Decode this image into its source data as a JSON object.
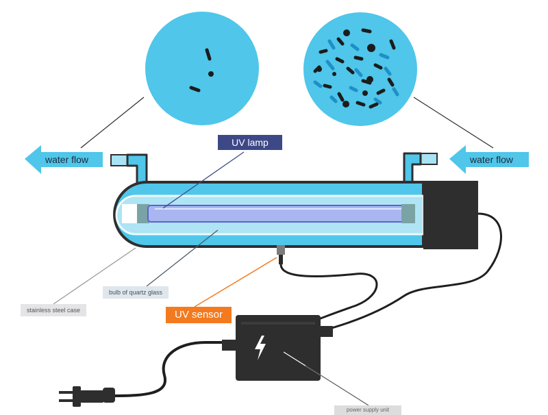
{
  "labels": {
    "water_flow_left": "water flow",
    "water_flow_right": "water flow",
    "uv_lamp": "UV lamp",
    "uv_sensor": "UV sensor",
    "quartz_bulb": "bulb of quartz glass",
    "steel_case": "stainless steel case",
    "power_supply": "power supply unit"
  },
  "colors": {
    "water": "#4fc6ea",
    "case_outline": "#2f2f2f",
    "lamp": "#a9b6f2",
    "lamp_label_bg": "#3d4887",
    "sensor_label_bg": "#f37a1f",
    "ballast": "#2e2e2e",
    "bacteria_dark": "#1c1c1c",
    "bacteria_blue": "#1e8fc7"
  }
}
